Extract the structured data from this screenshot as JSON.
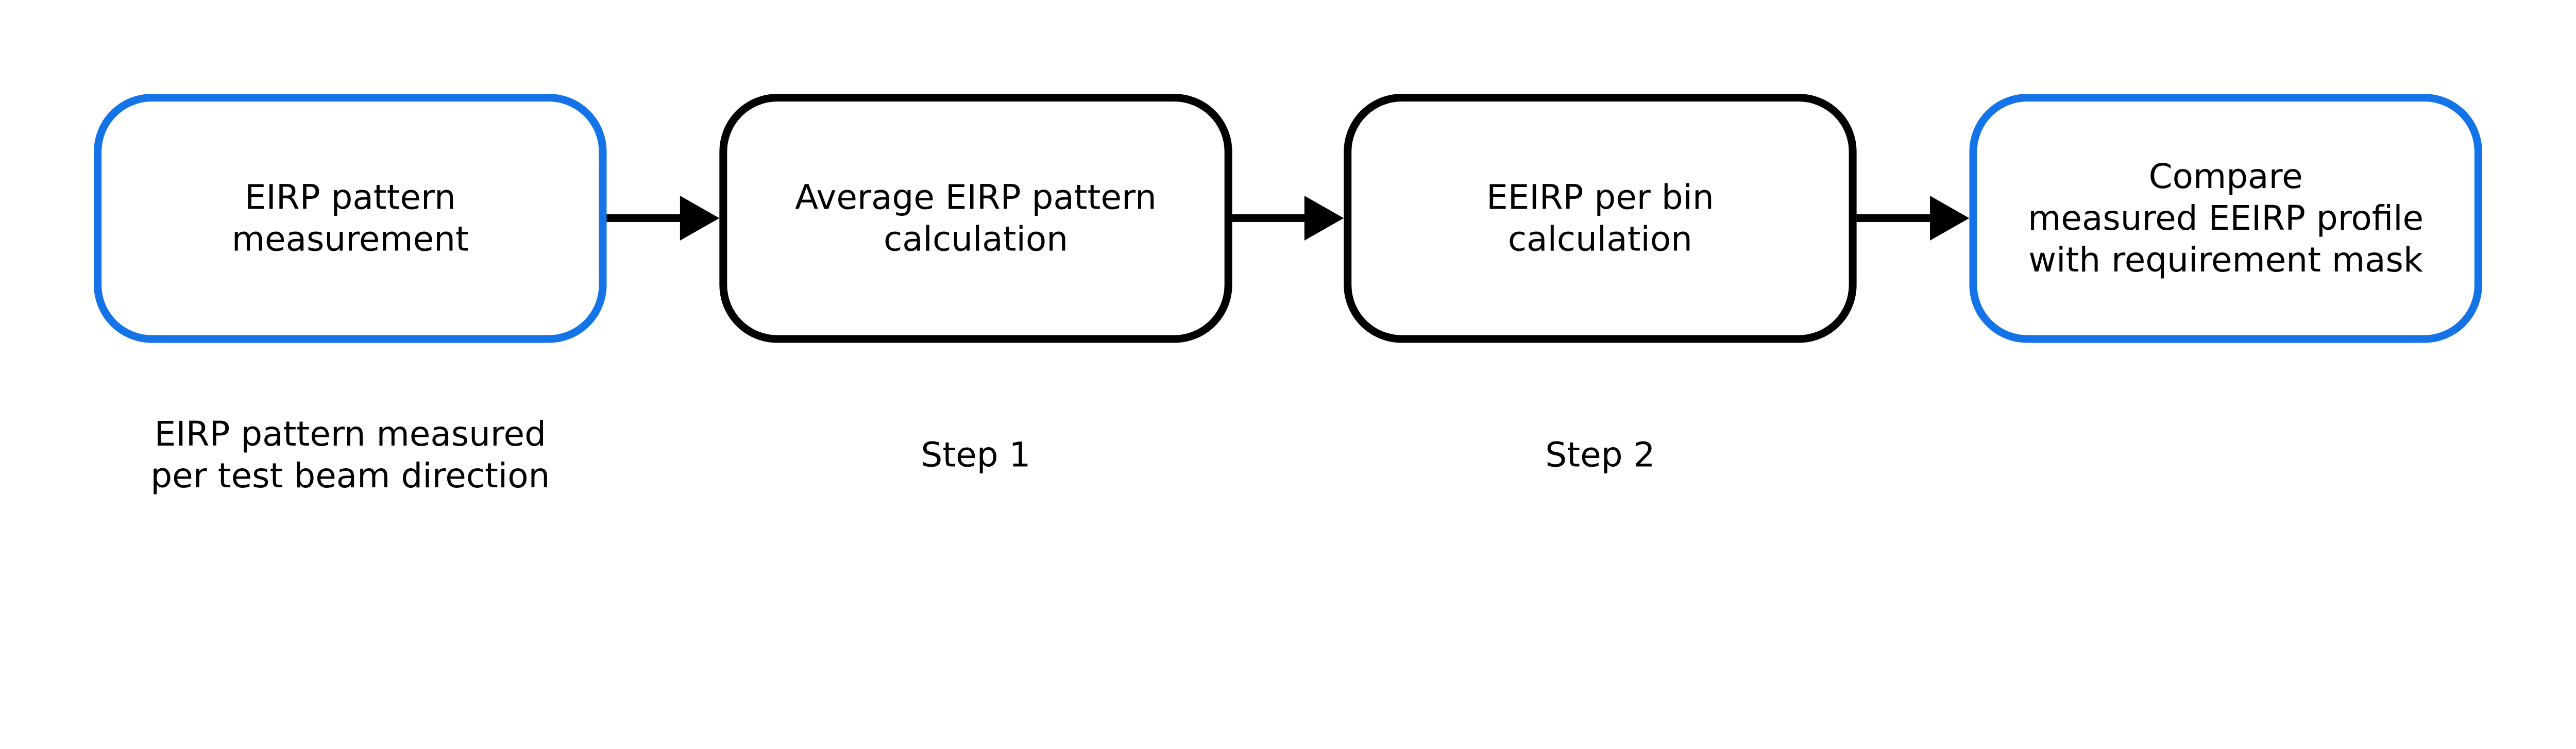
{
  "colors": {
    "highlight_border": "#1473E6",
    "normal_border": "#000000",
    "arrow": "#000000"
  },
  "boxes": [
    {
      "lines": [
        "EIRP pattern",
        "measurement"
      ],
      "highlighted": true
    },
    {
      "lines": [
        "Average EIRP pattern",
        "calculation"
      ],
      "highlighted": false
    },
    {
      "lines": [
        "EEIRP per bin",
        "calculation"
      ],
      "highlighted": false
    },
    {
      "lines": [
        "Compare",
        "measured EEIRP profile",
        "with requirement mask"
      ],
      "highlighted": true
    }
  ],
  "captions": [
    {
      "lines": [
        "EIRP pattern measured",
        "per test beam direction"
      ]
    },
    {
      "lines": [
        "Step 1"
      ]
    },
    {
      "lines": [
        "Step 2"
      ]
    }
  ]
}
